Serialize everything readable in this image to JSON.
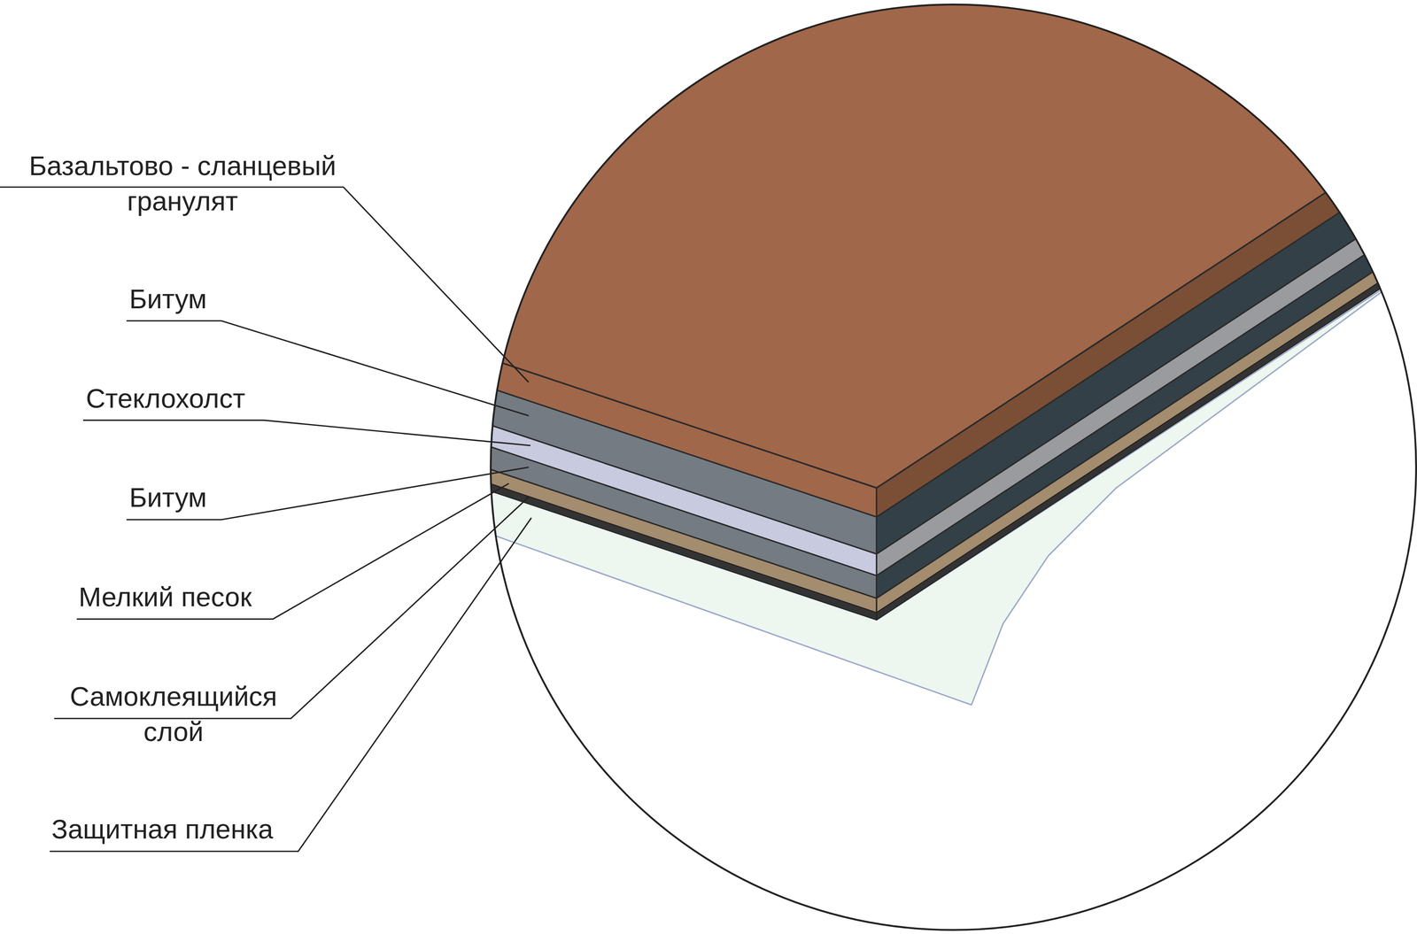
{
  "diagram": {
    "labels": [
      "Базальтово - сланцевый гранулят",
      "Битум",
      "Стеклохолст",
      "Битум",
      "Мелкий песок",
      "Самоклеящийся слой",
      "Защитная пленка"
    ]
  }
}
